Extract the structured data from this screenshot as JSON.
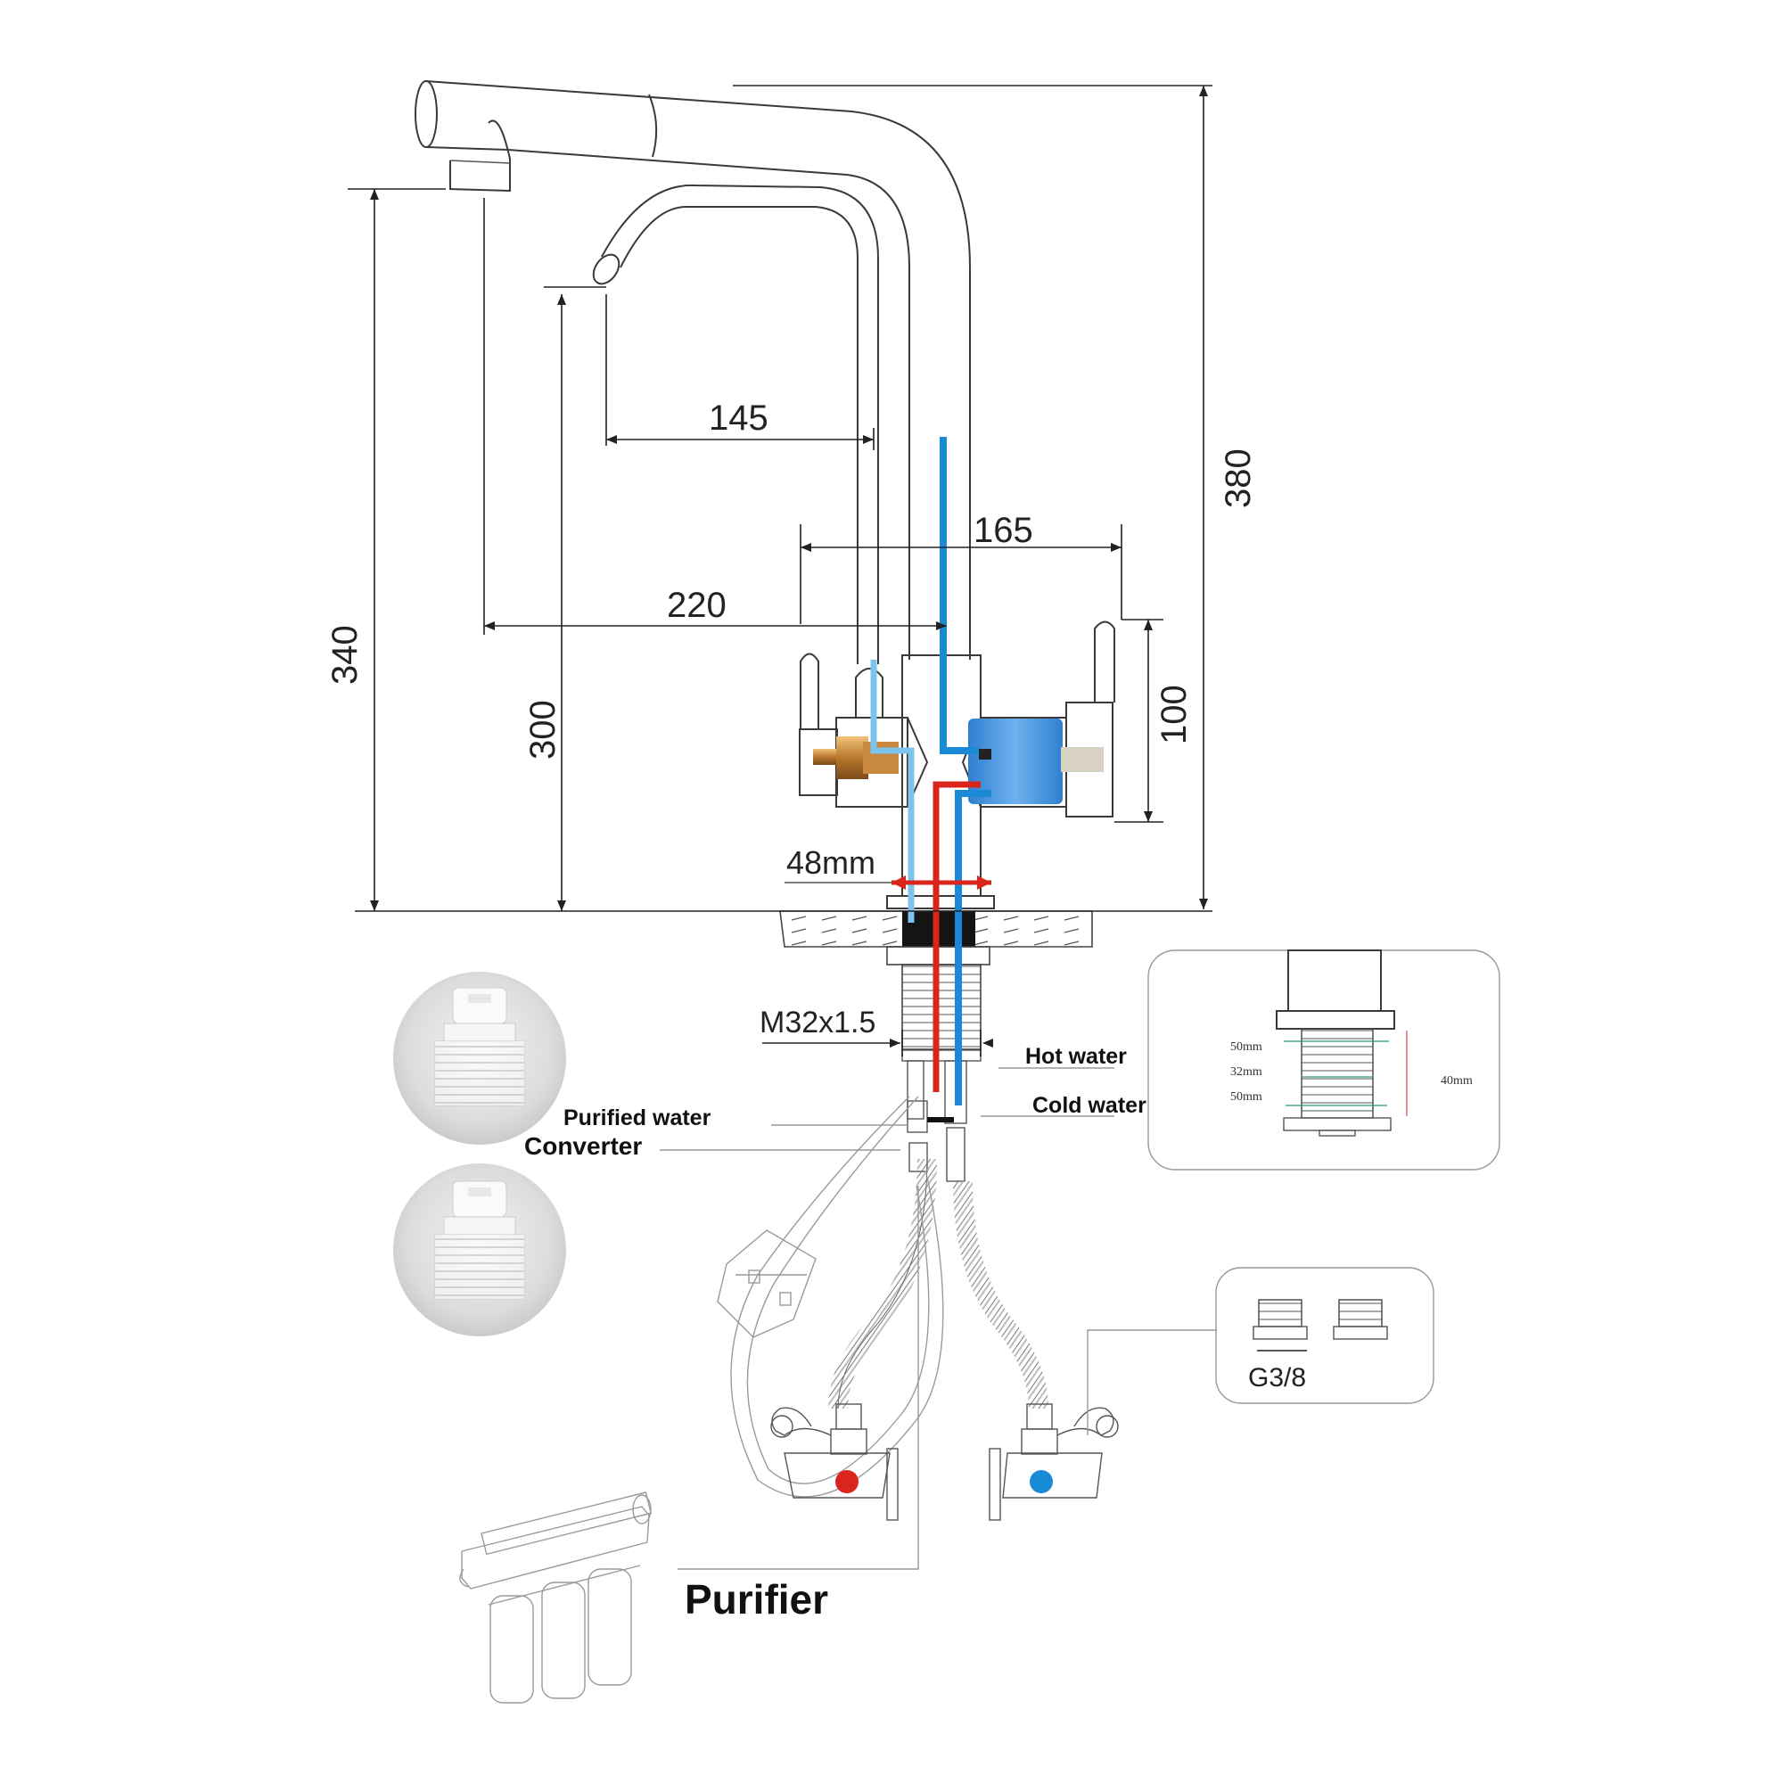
{
  "dimensions": {
    "d145": "145",
    "d165": "165",
    "d220": "220",
    "d380": "380",
    "d340": "340",
    "d300": "300",
    "d100": "100",
    "d48mm": "48mm",
    "thread": "M32x1.5"
  },
  "labels": {
    "hot_water": "Hot water",
    "cold_water": "Cold water",
    "purified_water": "Purified water",
    "converter": "Converter",
    "purifier": "Purifier"
  },
  "detail_box": {
    "m1": "50mm",
    "m2": "32mm",
    "m3": "50mm",
    "height": "40mm"
  },
  "connector_box": {
    "label": "G3/8"
  },
  "colors": {
    "hot": "#d9251c",
    "cold": "#1a8ad6",
    "purified": "#7cc4ee"
  }
}
